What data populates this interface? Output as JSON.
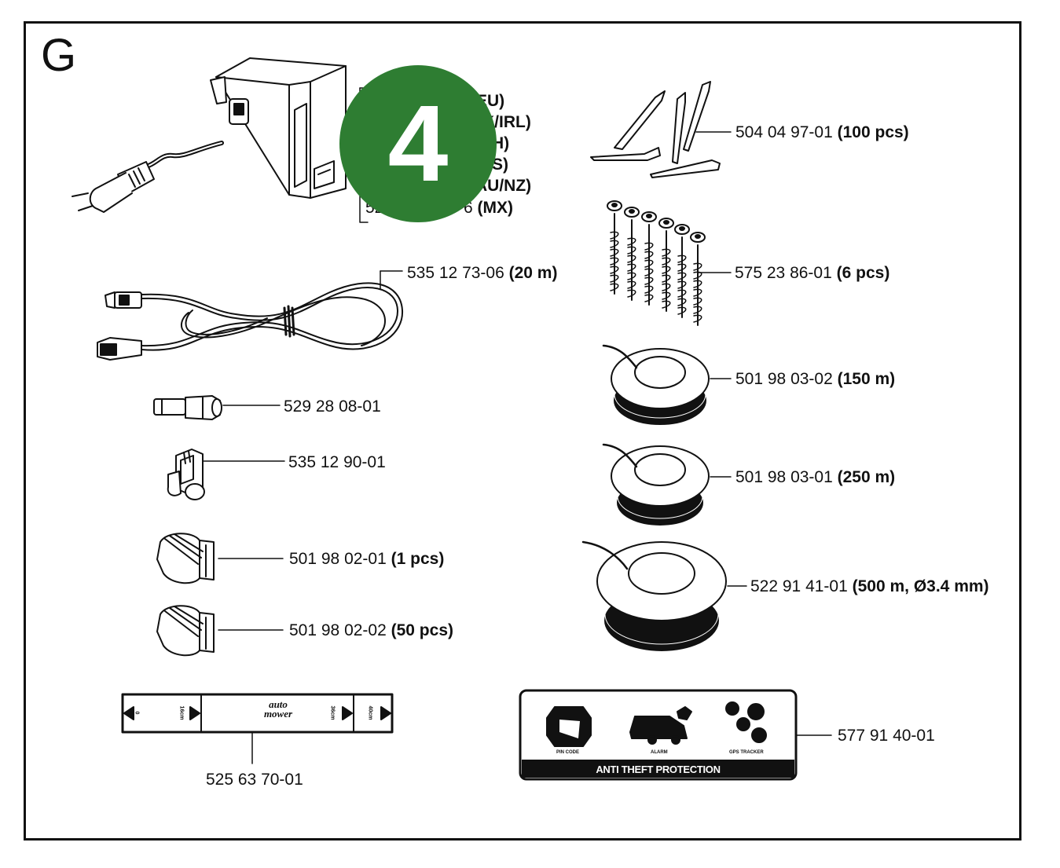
{
  "section": {
    "letter": "G"
  },
  "badge": {
    "number": "4",
    "color": "#2e7d32"
  },
  "power_supply": {
    "rows": [
      {
        "code": "",
        "note": "EU)"
      },
      {
        "code": "",
        "note": "K/IRL)"
      },
      {
        "code": "",
        "note": "H)"
      },
      {
        "code": "",
        "note": "S)"
      },
      {
        "code": "",
        "note": "AU/NZ)"
      },
      {
        "code": "52",
        "code_tail": "6",
        "note": "(MX)"
      }
    ]
  },
  "parts": {
    "low_voltage_cable": {
      "code": "535 12 73-06",
      "note": "(20 m)"
    },
    "coupler": {
      "code": "529 28 08-01"
    },
    "connector": {
      "code": "535 12 90-01"
    },
    "splice_1": {
      "code": "501 98 02-01",
      "note": "(1 pcs)"
    },
    "splice_50": {
      "code": "501 98 02-02",
      "note": "(50 pcs)"
    },
    "measure_gauge": {
      "code": "525 63 70-01"
    },
    "pegs": {
      "code": "504 04 97-01",
      "note": "(100 pcs)"
    },
    "screws": {
      "code": "575 23 86-01",
      "note": "(6 pcs)"
    },
    "wire_150": {
      "code": "501 98 03-02",
      "note": "(150 m)"
    },
    "wire_250": {
      "code": "501 98 03-01",
      "note": "(250 m)"
    },
    "wire_500": {
      "code": "522 91 41-01",
      "note": "(500 m, Ø3.4 mm)"
    },
    "theft_sticker": {
      "code": "577 91 40-01"
    }
  },
  "gauge": {
    "zero": "0",
    "m16": "16cm",
    "logo_top": "auto",
    "logo_bottom": "mower",
    "m36": "36cm",
    "m40": "40cm"
  },
  "sticker": {
    "pin": "PIN CODE",
    "alarm": "ALARM",
    "gps": "GPS TRACKER",
    "footer": "ANTI THEFT PROTECTION"
  }
}
